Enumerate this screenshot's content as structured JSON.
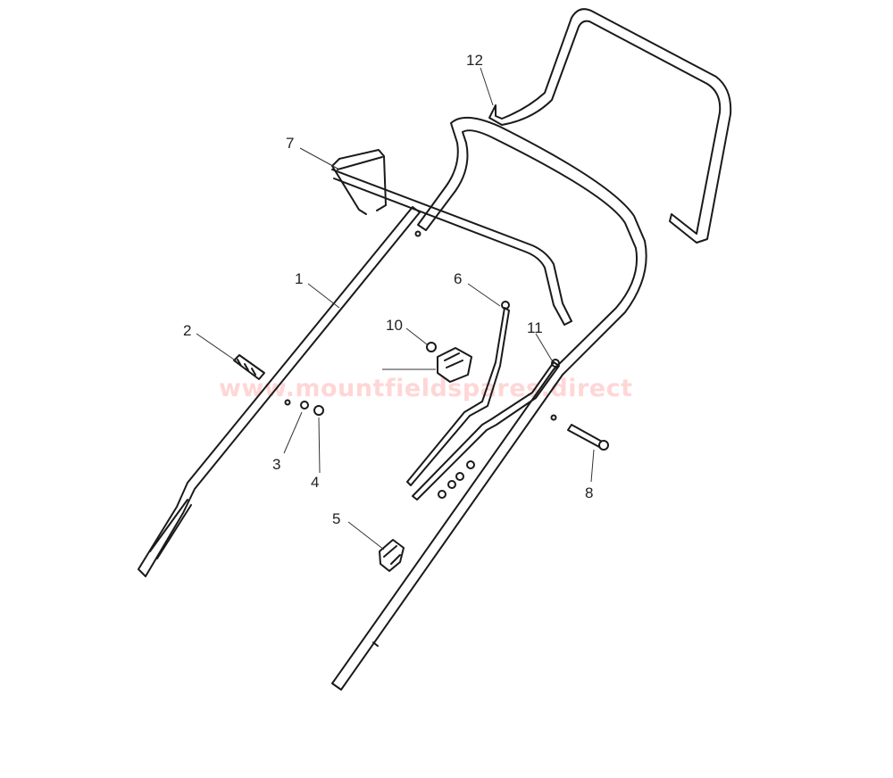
{
  "diagram": {
    "callouts": [
      {
        "id": "1",
        "label": "1"
      },
      {
        "id": "2",
        "label": "2"
      },
      {
        "id": "3",
        "label": "3"
      },
      {
        "id": "4",
        "label": "4"
      },
      {
        "id": "5",
        "label": "5"
      },
      {
        "id": "6",
        "label": "6"
      },
      {
        "id": "7",
        "label": "7"
      },
      {
        "id": "8",
        "label": "8"
      },
      {
        "id": "10",
        "label": "10"
      },
      {
        "id": "11",
        "label": "11"
      },
      {
        "id": "12",
        "label": "12"
      }
    ],
    "watermark": "www.mountfieldspares.direct",
    "colors": {
      "line": "#1a1a1a",
      "watermark": "#ff6a6a",
      "background": "#ffffff"
    }
  }
}
